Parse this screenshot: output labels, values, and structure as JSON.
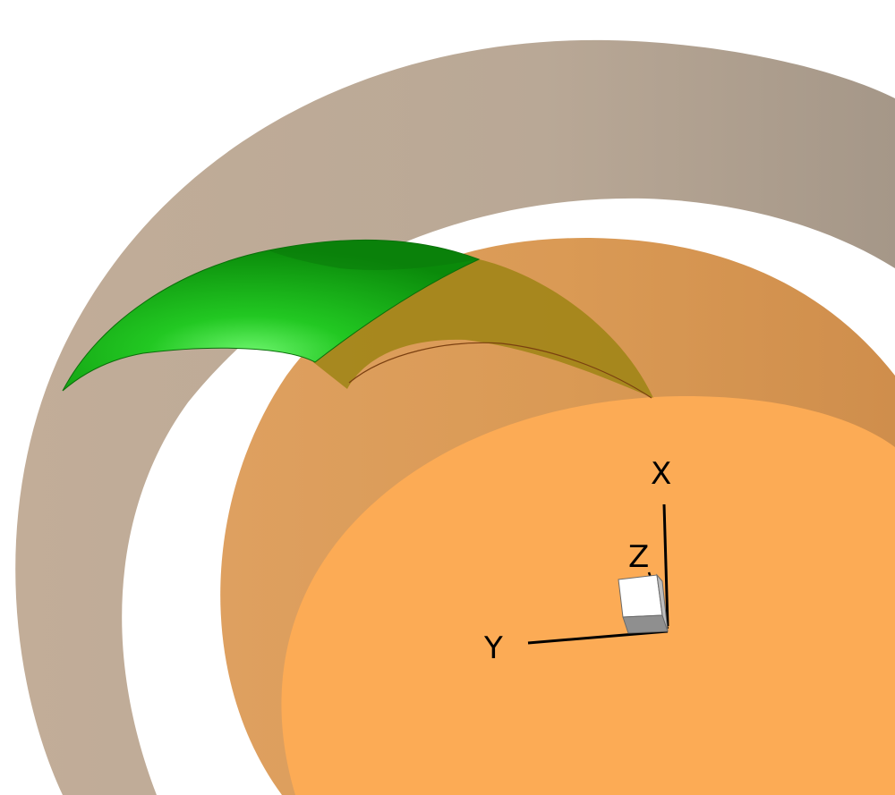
{
  "scene": {
    "colors": {
      "background": "#ffffff",
      "outer_ring": "#bba998",
      "cylinder_side": "#d99a55",
      "cylinder_top": "#fcab55",
      "blade_light": "#2fdc2f",
      "blade_dark": "#0a8a0a",
      "blade_behind": "#9e8414",
      "triad_box_light": "#ffffff",
      "triad_box_shade": "#8f8f8f",
      "axis_line": "#000000"
    },
    "axes": {
      "x_label": "X",
      "y_label": "Y",
      "z_label": "Z"
    }
  }
}
